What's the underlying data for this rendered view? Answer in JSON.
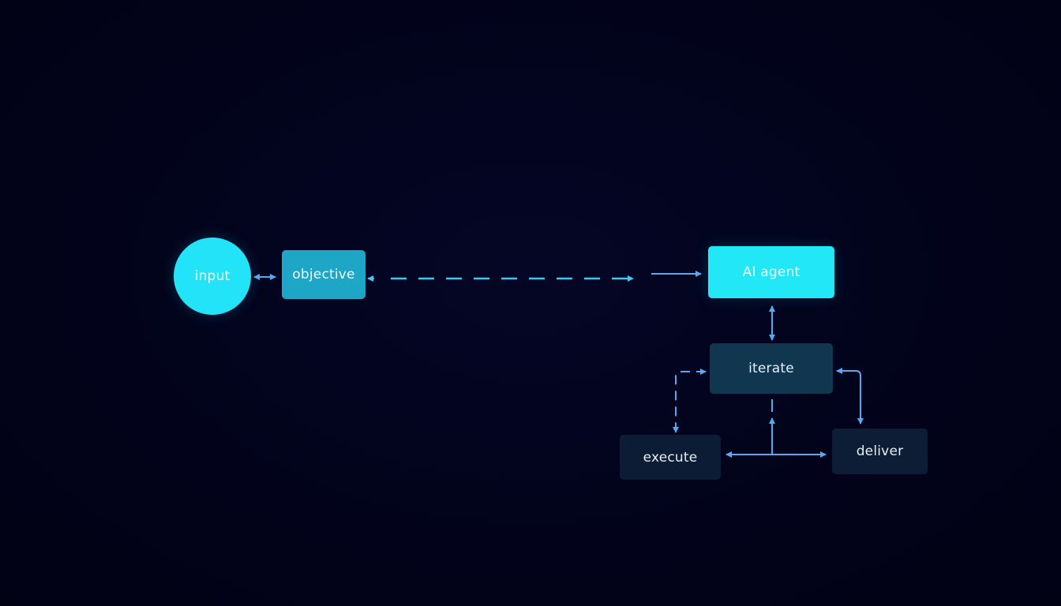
{
  "diagram": {
    "nodes": {
      "input": "input",
      "objective": "objective",
      "agent": "AI agent",
      "iterate": "iterate",
      "execute": "execute",
      "deliver": "deliver"
    },
    "colors": {
      "background": "#02031a",
      "input_fill": "#22e3f7",
      "objective_fill": "#1ea6c6",
      "agent_fill": "#21e7f7",
      "iterate_fill": "#103650",
      "execute_fill": "#0c1c34",
      "deliver_fill": "#0e1d36",
      "connector": "#5aa8ec",
      "dashed_connector": "#40c8ef"
    }
  }
}
